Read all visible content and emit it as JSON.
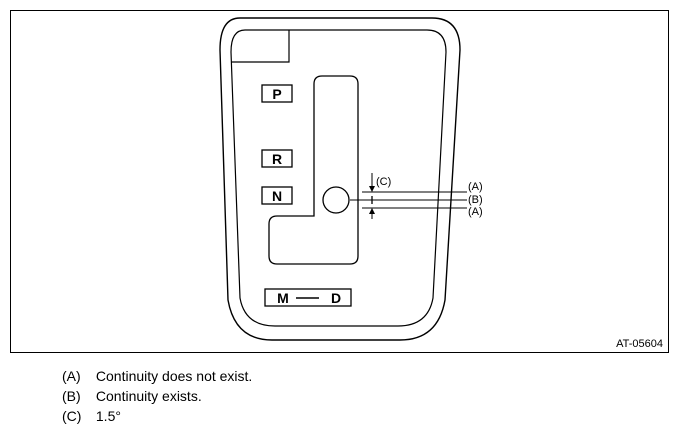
{
  "diagram": {
    "figure_id": "AT-05604",
    "gate_labels": {
      "p": "P",
      "r": "R",
      "n": "N",
      "m": "M",
      "d": "D"
    },
    "callouts": {
      "a_upper": "(A)",
      "b": "(B)",
      "a_lower": "(A)",
      "c": "(C)"
    }
  },
  "legend": [
    {
      "key": "(A)",
      "text": "Continuity does not exist."
    },
    {
      "key": "(B)",
      "text": "Continuity exists."
    },
    {
      "key": "(C)",
      "text": "1.5°"
    }
  ]
}
